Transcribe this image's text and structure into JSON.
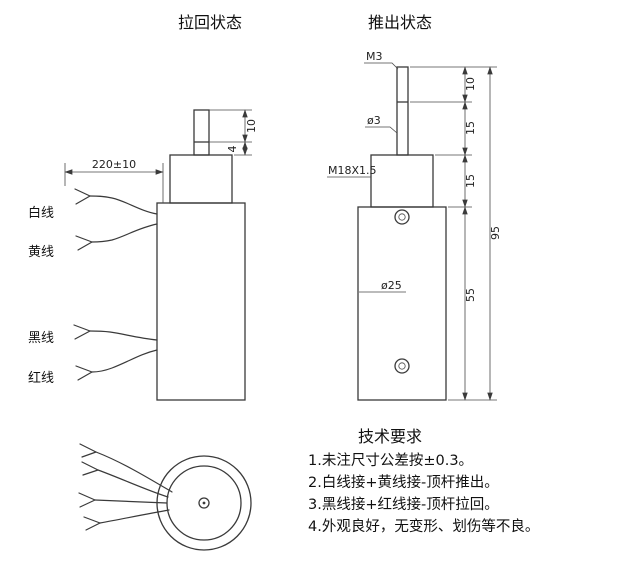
{
  "titles": {
    "left": "拉回状态",
    "right": "推出状态"
  },
  "left_view": {
    "wire_length_dim": "220±10",
    "plunger_dim_10": "10",
    "plunger_dim_4": "4",
    "wires": [
      {
        "label": "白线"
      },
      {
        "label": "黄线"
      },
      {
        "label": "黑线"
      },
      {
        "label": "红线"
      }
    ]
  },
  "right_view": {
    "thread_label": "M3",
    "rod_diameter": "ø3",
    "mount_thread": "M18X1.5",
    "body_diameter": "ø25",
    "dim_thread": "10",
    "dim_rod": "15",
    "dim_nut": "15",
    "dim_body": "55",
    "dim_total": "95"
  },
  "tech_requirements": {
    "title": "技术要求",
    "items": [
      "1.未注尺寸公差按±0.3。",
      "2.白线接+黄线接-顶杆推出。",
      "3.黑线接+红线接-顶杆拉回。",
      "4.外观良好，无变形、划伤等不良。"
    ]
  }
}
